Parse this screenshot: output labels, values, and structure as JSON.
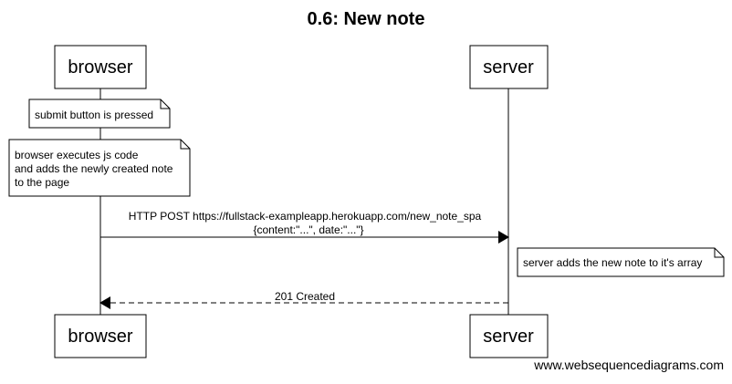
{
  "diagram": {
    "title": "0.6: New note",
    "participants": {
      "browser": "browser",
      "server": "server"
    },
    "notes": [
      {
        "lines": [
          "submit button is pressed"
        ]
      },
      {
        "lines": [
          "browser executes js code",
          "and adds the newly created note",
          "to the page"
        ]
      },
      {
        "lines": [
          "server adds the new note to it's array"
        ]
      }
    ],
    "messages": [
      {
        "from": "browser",
        "to": "server",
        "style": "solid",
        "lines": [
          "HTTP POST https://fullstack-exampleapp.herokuapp.com/new_note_spa",
          "{content:\"...\", date:\"...\"}"
        ]
      },
      {
        "from": "server",
        "to": "browser",
        "style": "dashed",
        "lines": [
          "201 Created"
        ]
      }
    ],
    "watermark": "www.websequencediagrams.com",
    "colors": {
      "line": "#000000",
      "box_fill": "#ffffff",
      "background": "#ffffff"
    }
  }
}
